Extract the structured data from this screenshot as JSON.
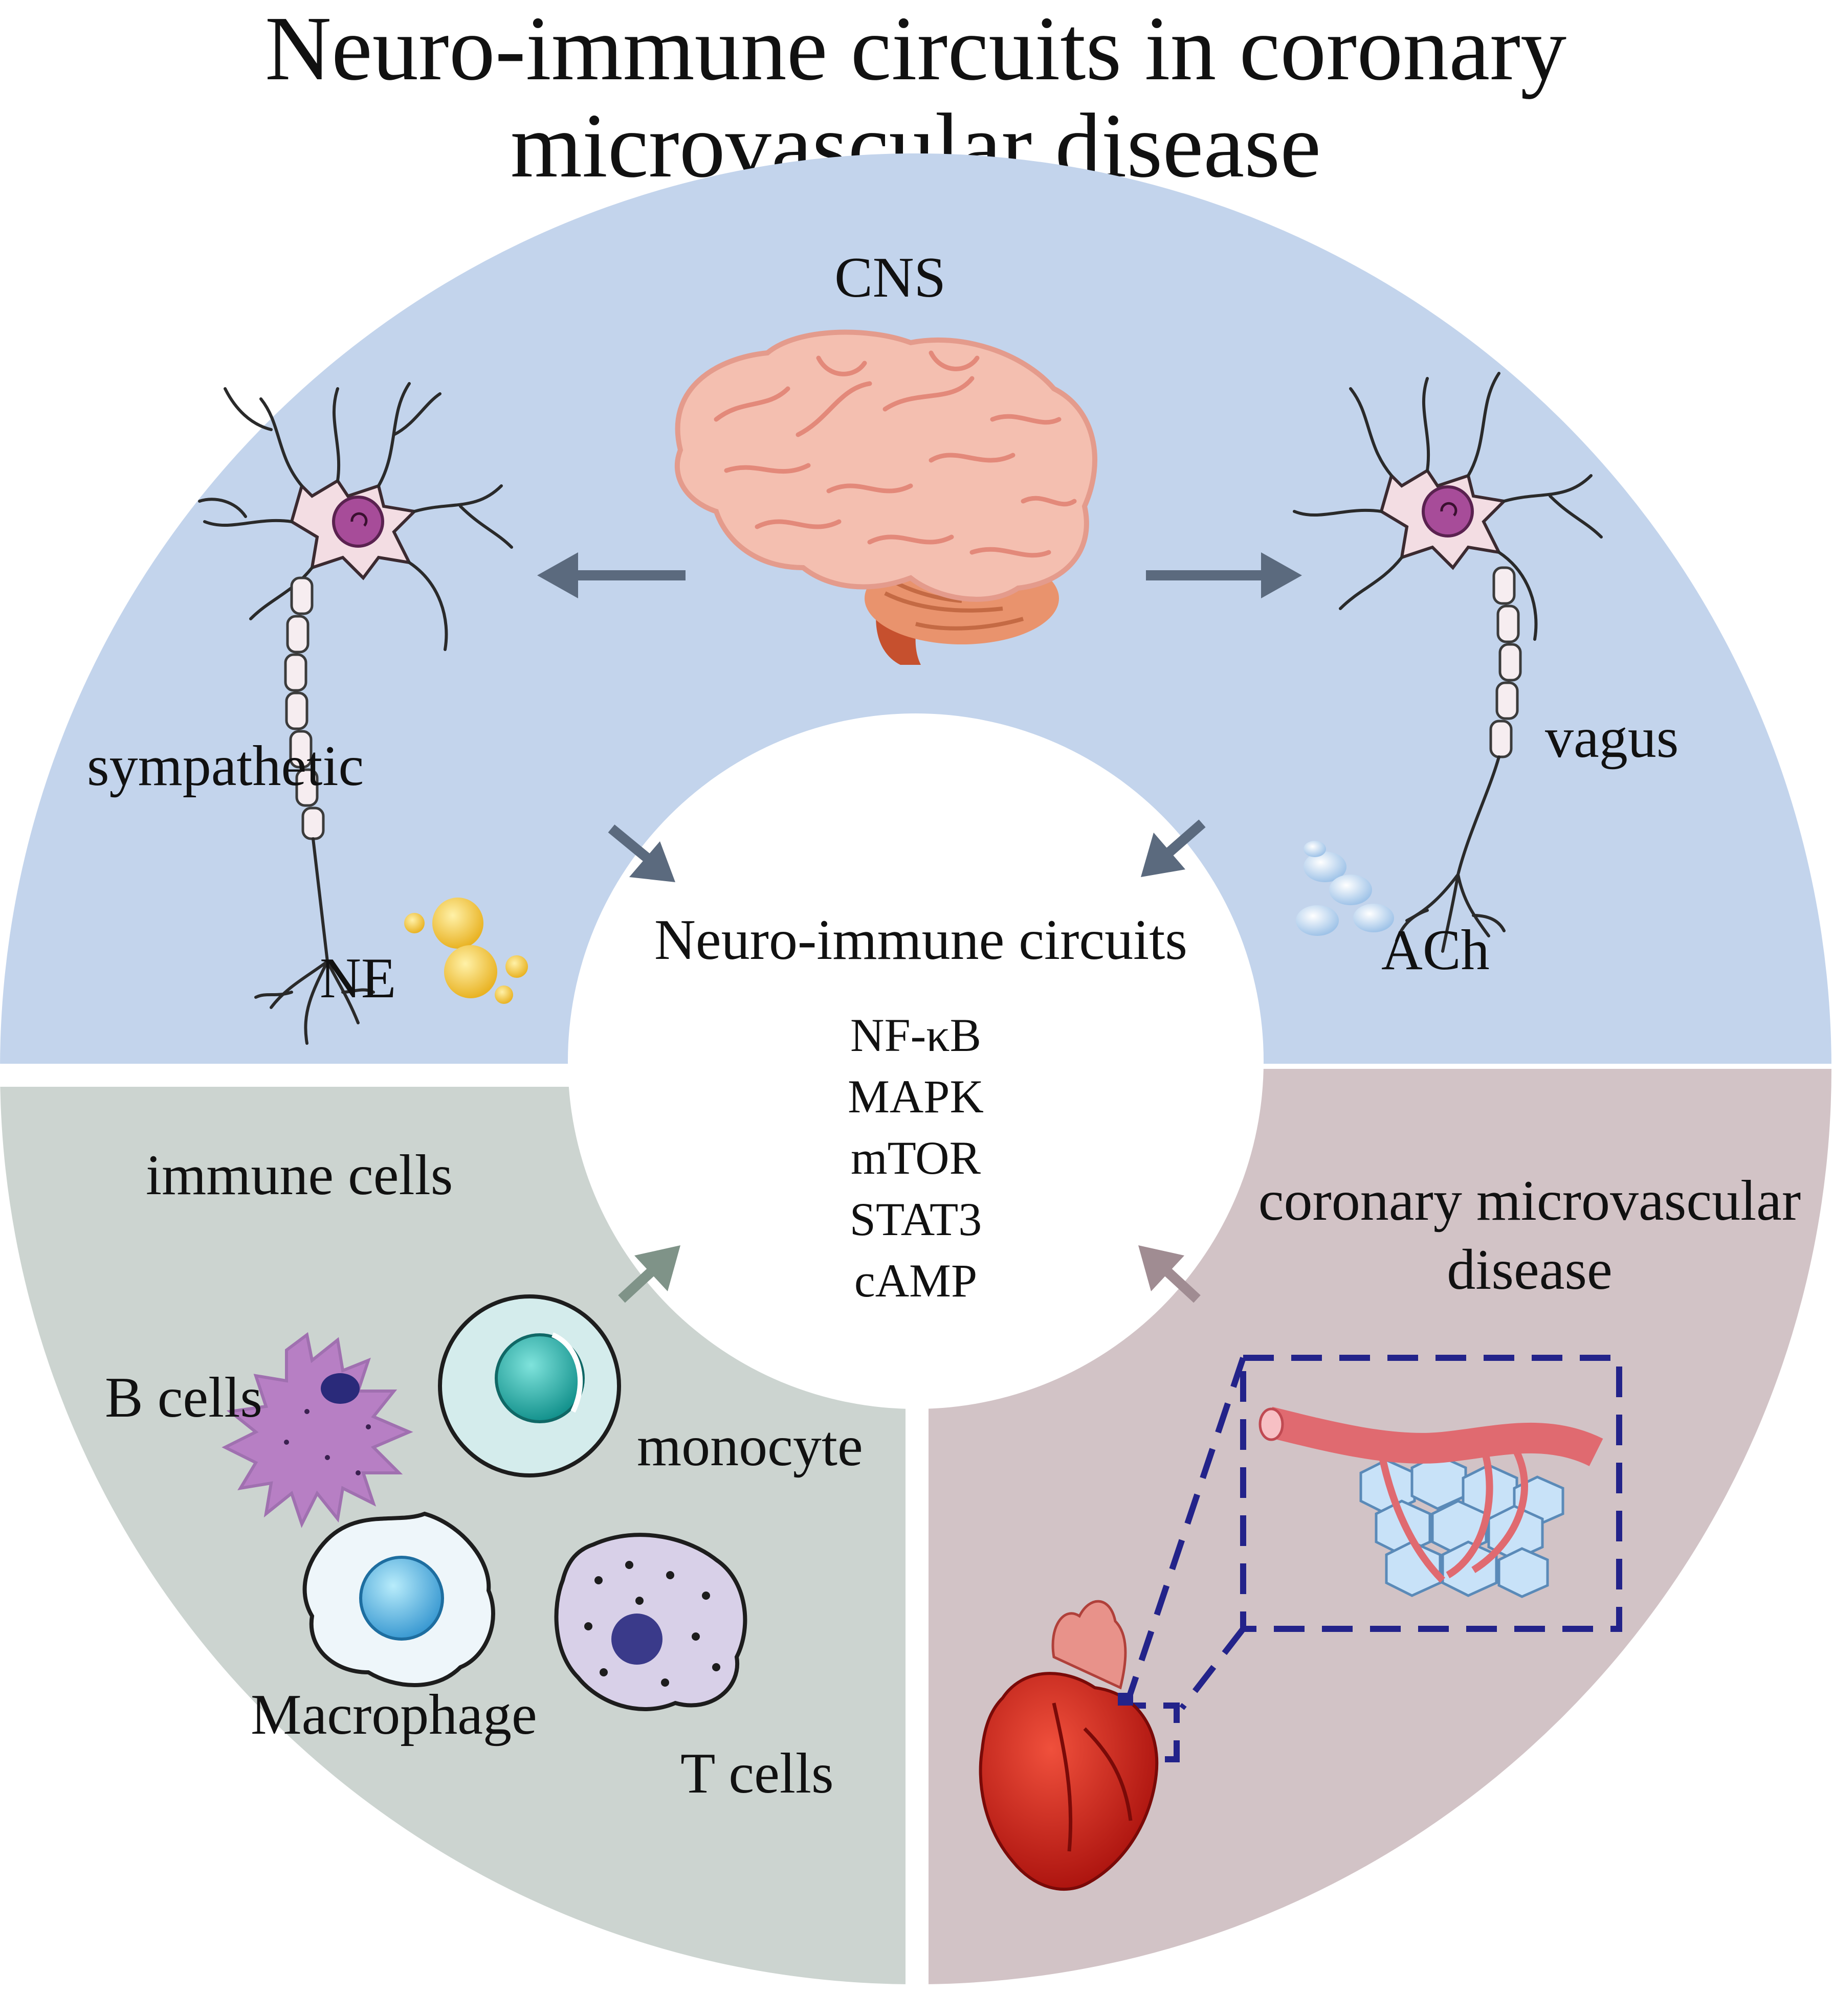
{
  "title": {
    "line1": "Neuro-immune circuits in coronary",
    "line2": "microvascular disease"
  },
  "top_section": {
    "label": "CNS",
    "left_nerve_label": "sympathetic",
    "right_nerve_label": "vagus",
    "left_transmitter": "NE",
    "right_transmitter": "ACh",
    "icons": [
      "brain-icon",
      "neuron-icon",
      "neurotransmitter-vesicles-icon"
    ]
  },
  "center": {
    "heading": "Neuro-immune circuits",
    "pathways": [
      "NF-κB",
      "MAPK",
      "mTOR",
      "STAT3",
      "cAMP"
    ]
  },
  "bottom_left": {
    "label": "immune cells",
    "cells": [
      "B cells",
      "monocyte",
      "Macrophage",
      "T cells"
    ]
  },
  "bottom_right": {
    "label_line1": "coronary microvascular",
    "label_line2": "disease",
    "icons": [
      "heart-icon",
      "microvessel-icon"
    ]
  },
  "colors": {
    "cns_quadrant": "#c3d4ec",
    "immune_quadrant": "#ccd4d0",
    "cmd_quadrant": "#d2c3c6",
    "center_circle": "#ffffff",
    "arrow_blue": "#5b6a7e",
    "arrow_green": "#7f9388",
    "arrow_mauve": "#a08c92",
    "dash_box": "#23238a"
  }
}
